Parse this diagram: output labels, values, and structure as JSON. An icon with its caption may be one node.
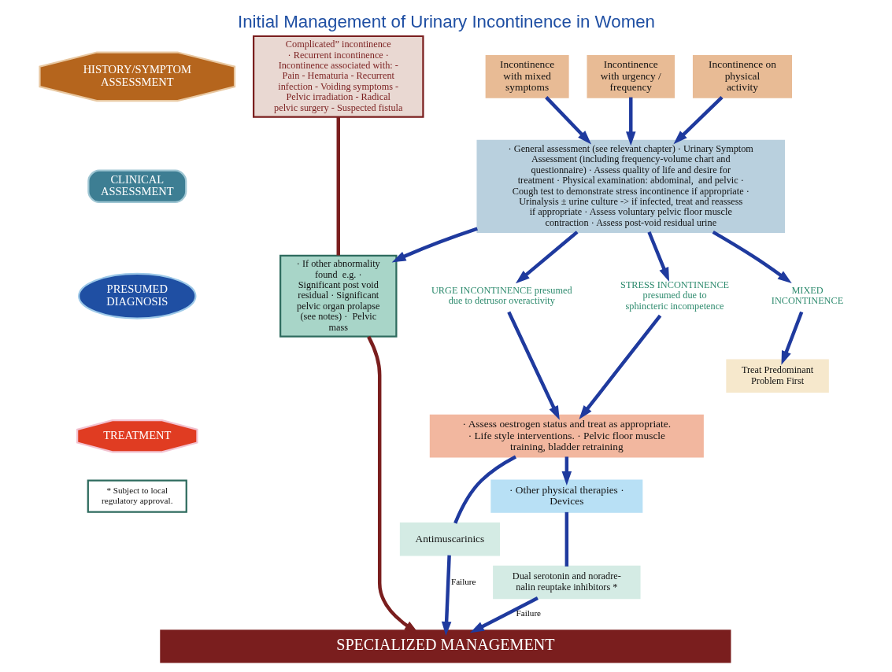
{
  "diagram": {
    "title": "Initial Management of Urinary Incontinence in Women",
    "nodes": [
      {
        "text": [
          "HISTORY/SYMPTOM ASSESSMENT"
        ]
      },
      {
        "text": [
          "CLINICAL ASSESSMENT"
        ]
      },
      {
        "text": [
          "PRESUMED DIAGNOSIS"
        ]
      },
      {
        "text": [
          "TREATMENT"
        ]
      },
      {
        "text": [
          "Incontinence on physical activity"
        ]
      },
      {
        "text": [
          "Incontinence with mixed symptoms"
        ]
      },
      {
        "text": [
          "Incontinence with urgency / frequency"
        ]
      },
      {
        "text": [
          "Complicated” incontinence",
          "· Recurrent incontinence · Incontinence associated with: - Pain - Hematuria - Recurrent infection - Voiding symptoms - Pelvic irradiation - Radical pelvic surgery - Suspected fistula"
        ]
      },
      {
        "text": [
          "· General assessment (see relevant chapter) · Urinary Symptom Assessment (including frequency-volume chart and questionnaire) · Assess quality of life and desire for treatment · Physical examination: abdominal,  and pelvic · Cough test to demonstrate stress incontinence if appropriate · Urinalysis ± urine culture -> if infected, treat and reassess if appropriate · Assess voluntary pelvic floor muscle contraction · Assess post-void residual urine"
        ]
      },
      {
        "text": [
          "STRESS INCONTINENCE presumed due to sphincteric incompetence"
        ]
      },
      {
        "text": [
          "MIXED INCONTINENCE"
        ]
      },
      {
        "text": [
          "URGE INCONTINENCE presumed due to detrusor overactivity"
        ]
      },
      {
        "text": [
          "Treat Predominant Problem First"
        ]
      },
      {
        "text": [
          "· If other abnormality found  e.g. · Significant post void residual · Significant pelvic organ prolapse (see notes) ·  Pelvic mass"
        ]
      },
      {
        "text": [
          "· Assess oestrogen status and treat as appropriate. · Life style interventions. · Pelvic floor muscle training, bladder retraining"
        ]
      },
      {
        "text": [
          "· Other physical therapies · Devices"
        ]
      },
      {
        "text": [
          "Dual serotonin and noradre-nalin reuptake inhibitors *"
        ]
      },
      {
        "text": [
          "Antimuscarinics"
        ]
      },
      {
        "text": [
          "SPECIALIZED MANAGEMENT"
        ]
      },
      {
        "text": [
          "* Subject to local regulatory approval."
        ]
      }
    ],
    "edges": [
      {
        "from": 4,
        "to": 8,
        "arrow": "to"
      },
      {
        "from": 5,
        "to": 8,
        "arrow": "to"
      },
      {
        "from": 6,
        "to": 8,
        "arrow": "to"
      },
      {
        "from": 8,
        "to": 9,
        "arrow": "to"
      },
      {
        "from": 8,
        "to": 10,
        "arrow": "to"
      },
      {
        "from": 8,
        "to": 11,
        "arrow": "to"
      },
      {
        "from": 8,
        "to": 13,
        "arrow": "to"
      },
      {
        "from": 7,
        "to": 13,
        "arrow": "none",
        "color": "#7a1e1e"
      },
      {
        "from": 13,
        "to": 18,
        "arrow": "to",
        "color": "#7a1e1e"
      },
      {
        "from": 10,
        "to": 12,
        "arrow": "to"
      },
      {
        "from": 9,
        "to": 14,
        "arrow": "to"
      },
      {
        "from": 11,
        "to": 14,
        "arrow": "to"
      },
      {
        "from": 14,
        "to": 15,
        "arrow": "to"
      },
      {
        "from": 15,
        "to": 16,
        "arrow": "none"
      },
      {
        "from": 16,
        "to": 18,
        "arrow": "to",
        "label": "Failure"
      },
      {
        "from": 14,
        "to": 17,
        "arrow": "none"
      },
      {
        "from": 17,
        "to": 18,
        "arrow": "to",
        "label": "Failure"
      }
    ]
  }
}
